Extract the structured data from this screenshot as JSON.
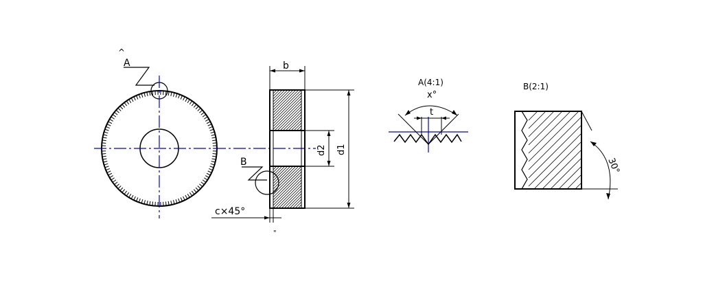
{
  "labels": {
    "view_a_marker": "A",
    "view_a_caret": "^",
    "view_b_marker": "B",
    "width": "b",
    "bore_diameter": "d2",
    "outer_diameter": "d1",
    "chamfer": "c×45°",
    "chamfer_tick": "\"",
    "detail_a_title": "A(4:1)",
    "tooth_angle": "x°",
    "pitch": "t",
    "detail_b_title": "B(2:1)",
    "helix_angle": "30°"
  },
  "colors": {
    "line": "#000000",
    "centerline": "#0000cc",
    "background": "#ffffff"
  }
}
